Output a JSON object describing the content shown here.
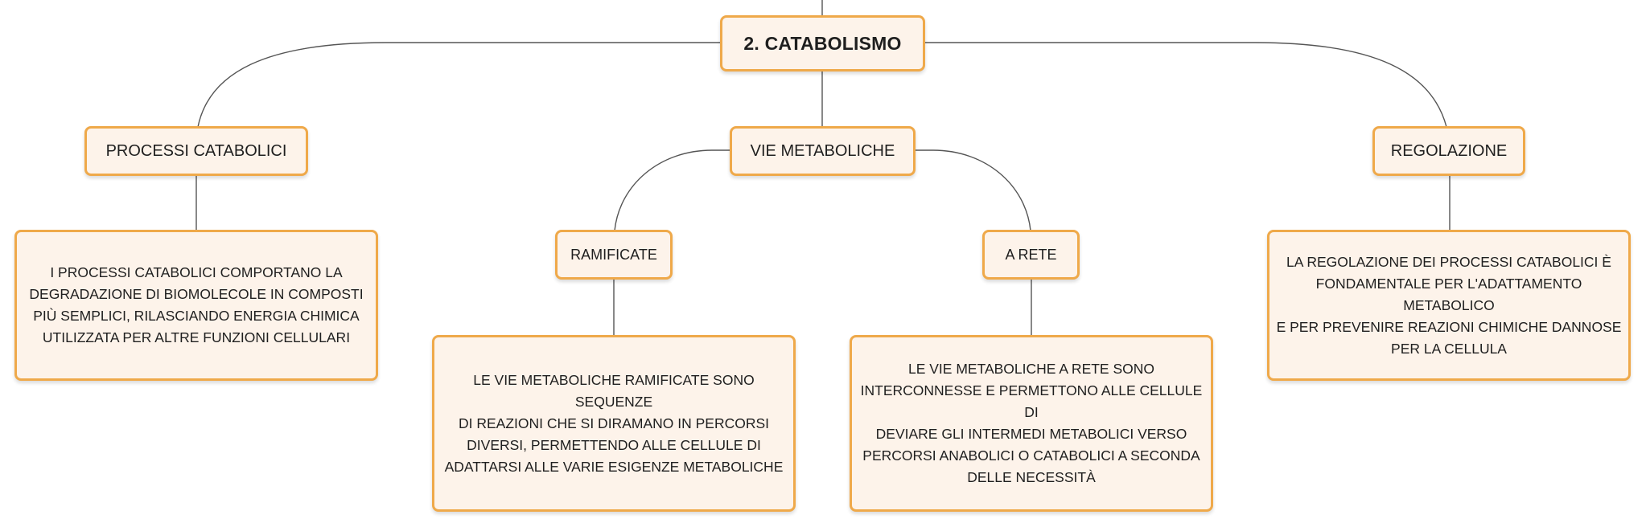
{
  "diagram": {
    "root": {
      "label": "2. CATABOLISMO"
    },
    "categories": [
      {
        "label": "PROCESSI CATABOLICI"
      },
      {
        "label": "VIE METABOLICHE"
      },
      {
        "label": "REGOLAZIONE"
      }
    ],
    "subcategories": [
      {
        "label": "RAMIFICATE"
      },
      {
        "label": "A RETE"
      }
    ],
    "descriptions": {
      "processi": "I PROCESSI CATABOLICI COMPORTANO LA\nDEGRADAZIONE DI BIOMOLECOLE IN COMPOSTI\nPIÙ SEMPLICI, RILASCIANDO ENERGIA CHIMICA\nUTILIZZATA PER ALTRE FUNZIONI CELLULARI",
      "ramificate": "LE VIE METABOLICHE RAMIFICATE SONO SEQUENZE\nDI REAZIONI CHE SI DIRAMANO IN PERCORSI\nDIVERSI, PERMETTENDO ALLE CELLULE DI\nADATTARSI ALLE VARIE ESIGENZE METABOLICHE",
      "a_rete": "LE VIE METABOLICHE A RETE SONO\nINTERCONNESSE E PERMETTONO ALLE CELLULE DI\nDEVIARE GLI INTERMEDI METABOLICI VERSO\nPERCORSI ANABOLICI O CATABOLICI A SECONDA\nDELLE NECESSITÀ",
      "regolazione": "LA REGOLAZIONE DEI PROCESSI CATABOLICI È\nFONDAMENTALE PER L'ADATTAMENTO METABOLICO\nE PER PREVENIRE REAZIONI CHIMICHE DANNOSE\nPER LA CELLULA"
    }
  },
  "colors": {
    "node_border": "#efa94a",
    "node_fill": "#fdf3ea",
    "connector": "#555555",
    "text": "#1f1f1f"
  }
}
